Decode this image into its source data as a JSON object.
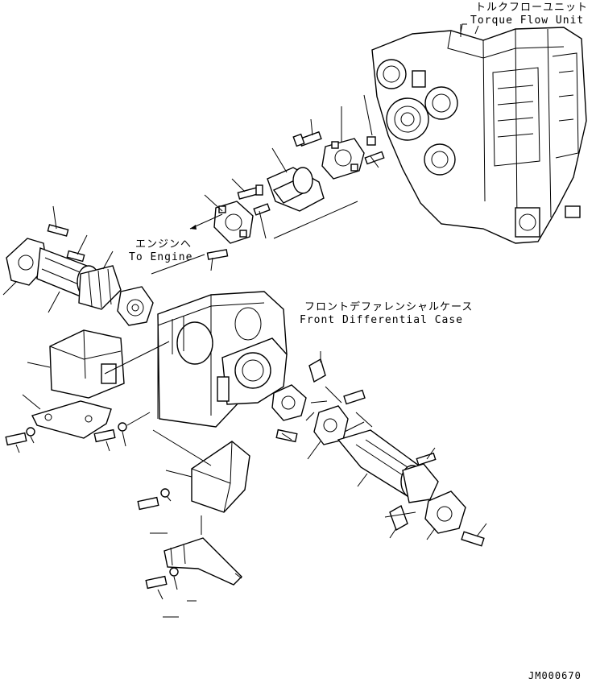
{
  "labels": {
    "torque_flow_jp": "トルクフローユニット",
    "torque_flow_en": "Torque Flow Unit",
    "to_engine_jp": "エンジンへ",
    "to_engine_en": "To Engine",
    "front_diff_jp": "フロントデファレンシャルケース",
    "front_diff_en": "Front Differential Case",
    "drawing_number": "JM000670"
  }
}
